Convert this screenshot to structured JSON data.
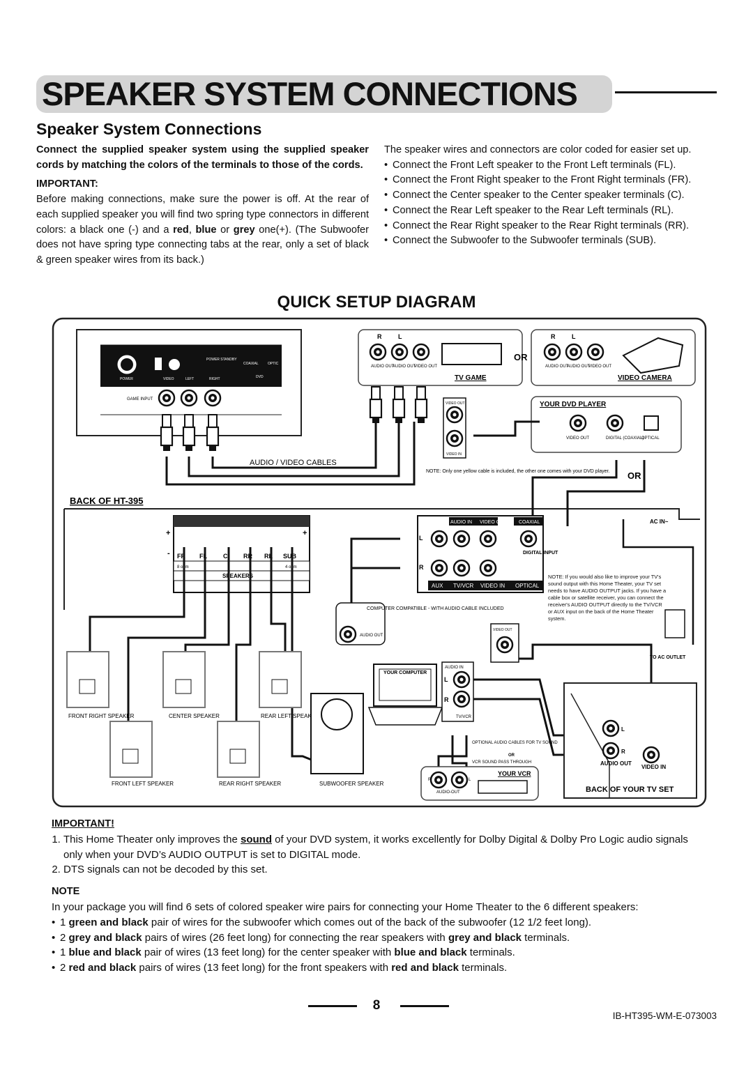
{
  "header": {
    "title": "SPEAKER  SYSTEM CONNECTIONS",
    "subtitle": "Speaker System Connections"
  },
  "left": {
    "intro": "Connect the supplied speaker system using the supplied speaker cords by matching the colors of the terminals to those of the cords.",
    "important_label": "IMPORTANT",
    "p1": "Before making connections, make sure the power is off. At the rear of each supplied speaker you will find two spring type connectors in different colors: a black one (-) and a ",
    "red": "red",
    "blue": "blue",
    "grey": "grey",
    "p2": " one(+). (The Subwoofer does not have spring type connecting tabs at the rear, only a set of black & green speaker wires from its back.)"
  },
  "right": {
    "intro": "The speaker wires and connectors are color coded for easier set up.",
    "bullets": [
      "Connect the Front Left speaker to the Front Left terminals (FL).",
      "Connect the Front Right speaker to the Front Right terminals (FR).",
      "Connect the Center speaker to the Center speaker terminals (C).",
      "Connect the Rear Left speaker to the Rear Left terminals (RL).",
      "Connect the Rear Right speaker to the Rear Right terminals (RR).",
      "Connect the Subwoofer to the Subwoofer terminals (SUB)."
    ]
  },
  "diagram": {
    "title": "QUICK SETUP DIAGRAM",
    "labels": {
      "back_of_unit": "BACK OF HT-395",
      "power": "POWER",
      "power_standby": "POWER STANDBY",
      "coaxial": "COAXIAL",
      "optical_short": "OPTIC",
      "dvd": "DVD",
      "video": "VIDEO",
      "left": "LEFT",
      "right": "RIGHT",
      "game_input": "GAME INPUT",
      "av_cables": "AUDIO / VIDEO CABLES",
      "r": "R",
      "l": "L",
      "audio_out": "AUDIO OUT",
      "video_out": "VIDEO OUT",
      "or": "OR",
      "tv_game": "TV GAME",
      "video_camera": "VIDEO CAMERA",
      "your_dvd_player": "YOUR DVD PLAYER",
      "digital_coaxial": "DIGITAL (COAXIAL)",
      "optical": "OPTICAL",
      "video_in": "VIDEO IN",
      "note_yellow": "NOTE: Only one yellow cable is included, the other one comes with your DVD player.",
      "audio_in": "AUDIO IN",
      "ac_in": "AC IN~",
      "digital_input": "DIGITAL INPUT",
      "aux": "AUX",
      "tv_vcr": "TV/VCR",
      "note_tv": "NOTE: If you would also like to improve your TV's sound output with this Home Theater, your TV set needs to have AUDIO OUTPUT jacks. If you have a cable box or satellite receiver, you can connect the receiver's AUDIO OUTPUT directly to the TV/VCR or AUX input on the back of the Home Theater system.",
      "to_ac_outlet": "TO AC OUTLET",
      "computer_compatible": "COMPUTER COMPATIBLE - WITH AUDIO CABLE INCLUDED",
      "your_computer": "YOUR COMPUTER",
      "optional_cables": "OPTIONAL AUDIO CABLES FOR TV SOUND",
      "vcr_pass": "VCR SOUND PASS THROUGH",
      "your_vcr": "YOUR VCR",
      "audio_out_dash": "AUDIO-OUT",
      "back_of_tv": "BACK OF YOUR TV SET",
      "ohm8": "8 ohm",
      "ohm4": "4 ohm",
      "speakers": "SPEAKERS",
      "term_labels": [
        "FR",
        "FL",
        "C",
        "RR",
        "RL",
        "SUB"
      ],
      "front_right": "FRONT RIGHT SPEAKER",
      "center": "CENTER SPEAKER",
      "rear_left": "REAR LEFT SPEAKER",
      "front_left": "FRONT LEFT SPEAKER",
      "rear_right": "REAR RIGHT SPEAKER",
      "subwoofer": "SUBWOOFER SPEAKER",
      "plus": "+",
      "minus": "-"
    }
  },
  "lower": {
    "important_head": "IMPORTANT!",
    "item1_a": "This Home Theater only improves the ",
    "item1_sound": "sound",
    "item1_b": " of your DVD system, it works excellently for Dolby Digital & Dolby Pro Logic audio signals only when your DVD’s AUDIO OUTPUT is set to DIGITAL mode.",
    "item2": "DTS signals can not be decoded by this set.",
    "note_head": "NOTE",
    "note_text": "In your package you will find 6 sets of colored speaker wire pairs for connecting your Home Theater to the 6 different speakers:",
    "w1_n": "1 ",
    "w1_b": "green and black",
    "w1_t": " pair of wires for the subwoofer which comes out of the back of the subwoofer (12 1/2 feet long).",
    "w2_n": "2 ",
    "w2_b": "grey and black",
    "w2_t": " pairs of wires (26 feet long) for connecting the rear speakers with ",
    "w2_b2": "grey and black",
    "w2_t2": " terminals.",
    "w3_n": "1 ",
    "w3_b": "blue and black",
    "w3_t": " pair of wires (13 feet long) for the center speaker with ",
    "w3_b2": "blue and black",
    "w3_t2": " terminals.",
    "w4_n": "2 ",
    "w4_b": "red and black",
    "w4_t": " pairs of wires (13 feet long) for the front speakers with ",
    "w4_b2": "red and black",
    "w4_t2": " terminals."
  },
  "footer": {
    "page": "8",
    "code": "IB-HT395-WM-E-073003"
  }
}
